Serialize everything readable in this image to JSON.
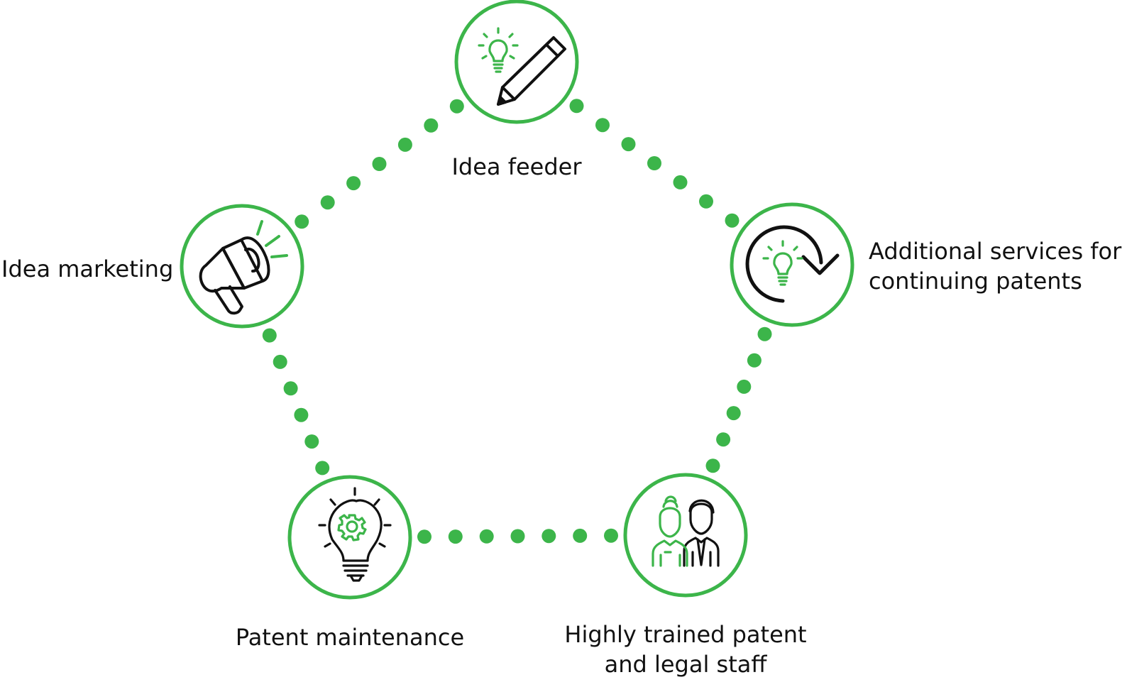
{
  "nodes": [
    {
      "id": "idea-feeder",
      "icon": "lightbulb-pencil-icon",
      "label": [
        "Idea feeder"
      ]
    },
    {
      "id": "additional-services",
      "icon": "lightbulb-cycle-icon",
      "label": [
        "Additional services for",
        "continuing patents"
      ]
    },
    {
      "id": "highly-trained-staff",
      "icon": "people-icon",
      "label": [
        "Highly trained patent",
        "and legal staff"
      ]
    },
    {
      "id": "patent-maintenance",
      "icon": "lightbulb-gear-icon",
      "label": [
        "Patent maintenance"
      ]
    },
    {
      "id": "idea-marketing",
      "icon": "megaphone-icon",
      "label": [
        "Idea marketing"
      ]
    }
  ],
  "colors": {
    "accent": "#3cb54a",
    "text": "#111111",
    "background": "#ffffff"
  }
}
